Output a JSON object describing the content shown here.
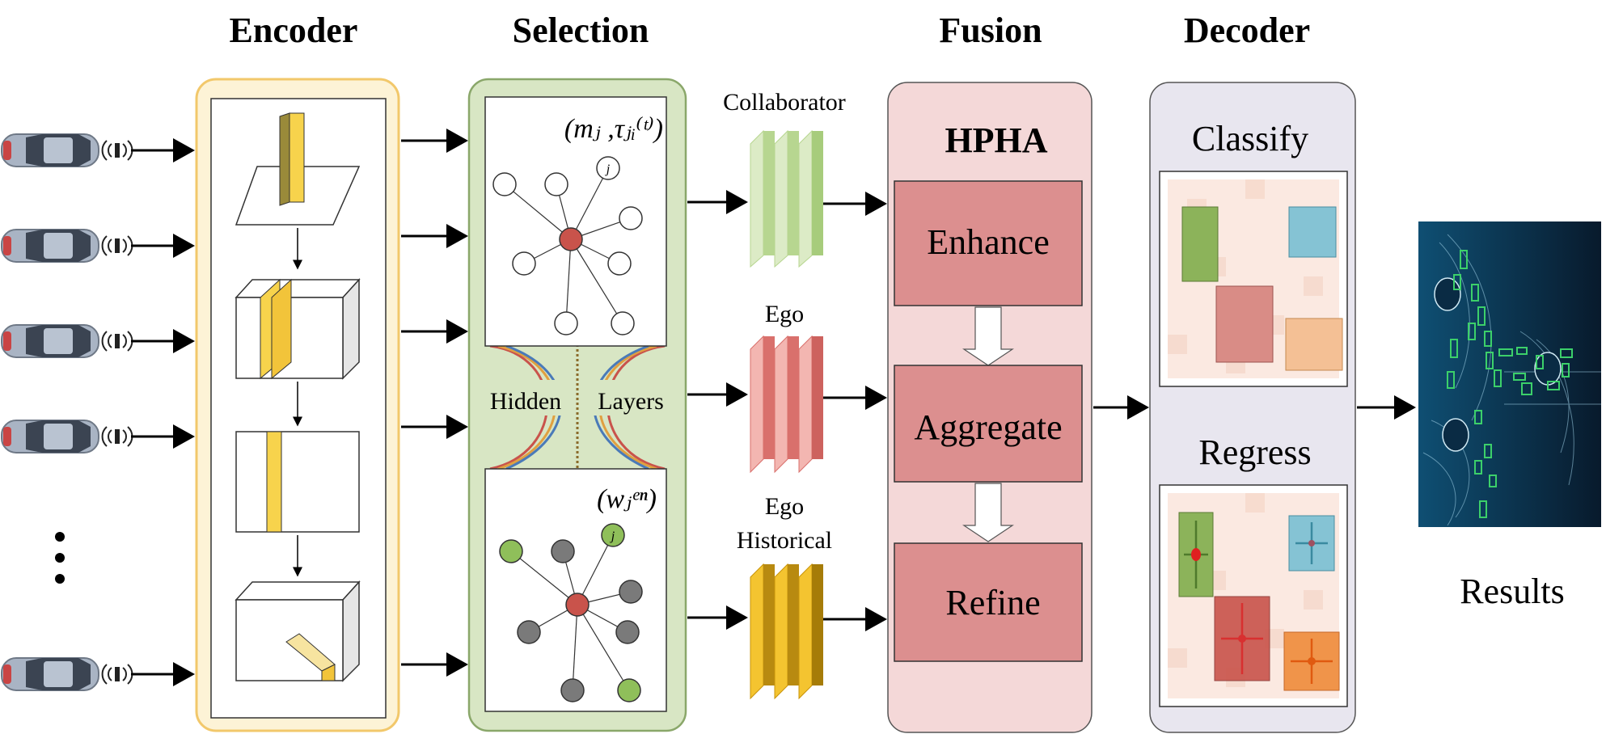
{
  "headers": {
    "encoder": "Encoder",
    "selection": "Selection",
    "fusion": "Fusion",
    "decoder": "Decoder"
  },
  "selection": {
    "top_formula": "(mⱼ ,τⱼᵢ⁽ᵗ⁾)",
    "bottom_formula": "(wⱼᵉⁿ)",
    "node_label": "j",
    "hidden": "Hidden",
    "layers": "Layers"
  },
  "features": {
    "collaborator": "Collaborator",
    "ego": "Ego",
    "ego_hist_line1": "Ego",
    "ego_hist_line2": "Historical"
  },
  "fusion": {
    "title": "HPHA",
    "enhance": "Enhance",
    "aggregate": "Aggregate",
    "refine": "Refine"
  },
  "decoder": {
    "classify": "Classify",
    "regress": "Regress"
  },
  "results": {
    "label": "Results"
  },
  "colors": {
    "encoder_fill": "#fdf3d6",
    "encoder_border": "#f2c86b",
    "selection_fill": "#d8e6c4",
    "fusion_fill": "#f4d8d8",
    "fusion_block": "#dc8f8f",
    "decoder_fill": "#e8e6ef",
    "collab_layer": "#b7d690",
    "ego_layer": "#d9706c",
    "hist_layer": "#c9940a",
    "node_red": "#c9534b",
    "node_green": "#8fbf5a",
    "node_gray": "#7a7a7a"
  }
}
